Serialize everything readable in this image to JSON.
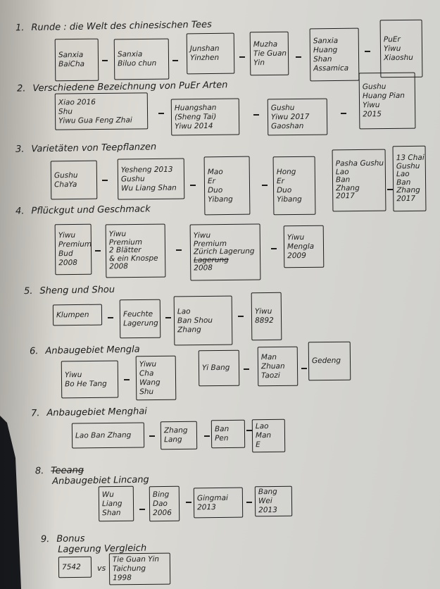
{
  "sections": [
    {
      "number": "1.",
      "title": "Runde : die Welt des chinesischen Tees",
      "boxes": [
        {
          "lines": [
            "Sanxia",
            "BaiCha"
          ]
        },
        {
          "lines": [
            "Sanxia",
            "Biluo chun"
          ]
        },
        {
          "lines": [
            "Junshan",
            "Yinzhen"
          ]
        },
        {
          "lines": [
            "Muzha",
            "Tie Guan",
            "Yin"
          ]
        },
        {
          "lines": [
            "Sanxia",
            "Huang",
            "Shan",
            "Assamica"
          ]
        },
        {
          "lines": [
            "PuEr",
            "Yiwu",
            "Xiaoshu"
          ]
        }
      ]
    },
    {
      "number": "2.",
      "title": "Verschiedene Bezeichnung von PuEr Arten",
      "boxes": [
        {
          "lines": [
            "Xiao        2016",
            "Shu",
            "Yiwu Gua Feng Zhai"
          ]
        },
        {
          "lines": [
            "Huangshan",
            "(Sheng Tai)",
            "Yiwu 2014"
          ]
        },
        {
          "lines": [
            "Gushu",
            "Yiwu 2017",
            "Gaoshan"
          ]
        },
        {
          "lines": [
            "Gushu",
            "Huang Pian",
            "Yiwu",
            "2015"
          ]
        }
      ]
    },
    {
      "number": "3.",
      "title": "Varietäten von Teepflanzen",
      "boxes": [
        {
          "lines": [
            "Gushu",
            "ChaYa"
          ]
        },
        {
          "lines": [
            "Yesheng 2013",
            "Gushu",
            "Wu Liang Shan"
          ]
        },
        {
          "lines": [
            "Mao",
            "Er",
            "Duo",
            "Yibang"
          ]
        },
        {
          "lines": [
            "Hong",
            "Er",
            "Duo",
            "Yibang"
          ]
        },
        {
          "lines": [
            "Pasha Gushu",
            "Lao",
            "Ban",
            "Zhang",
            "2017"
          ]
        },
        {
          "lines": [
            "13 Chai",
            "Gushu",
            "Lao",
            "Ban",
            "Zhang",
            "2017"
          ]
        }
      ]
    },
    {
      "number": "4.",
      "title": "Pflückgut und Geschmack",
      "boxes": [
        {
          "lines": [
            "Yiwu",
            "Premium",
            "Bud",
            "2008"
          ]
        },
        {
          "lines": [
            "Yiwu",
            "Premium",
            "2 Blätter",
            "& ein Knospe",
            "2008"
          ]
        },
        {
          "lines": [
            "Yiwu",
            "Premium",
            "Zürich Lagerung",
            "Lagerung",
            "2008"
          ],
          "struck_line": "Lagerung"
        },
        {
          "lines": [
            "Yiwu",
            "Mengla",
            "2009"
          ]
        }
      ]
    },
    {
      "number": "5.",
      "title": "Sheng und Shou",
      "boxes": [
        {
          "lines": [
            "Klumpen"
          ]
        },
        {
          "lines": [
            "Feuchte",
            "Lagerung"
          ]
        },
        {
          "lines": [
            "Lao",
            "Ban  Shou",
            "Zhang"
          ]
        },
        {
          "lines": [
            "Yiwu",
            "8892"
          ]
        }
      ]
    },
    {
      "number": "6.",
      "title": "Anbaugebiet Mengla",
      "boxes": [
        {
          "lines": [
            "Yiwu",
            "Bo He Tang"
          ]
        },
        {
          "lines": [
            "Yiwu",
            "Cha",
            "Wang",
            "Shu"
          ]
        },
        {
          "lines": [
            "Yi Bang"
          ]
        },
        {
          "lines": [
            "Man",
            "Zhuan",
            "Taozi"
          ]
        },
        {
          "lines": [
            "Gedeng"
          ]
        }
      ]
    },
    {
      "number": "7.",
      "title": "Anbaugebiet Menghai",
      "boxes": [
        {
          "lines": [
            "Lao Ban Zhang"
          ]
        },
        {
          "lines": [
            "Zhang",
            "Lang"
          ]
        },
        {
          "lines": [
            "Ban",
            "Pen"
          ]
        },
        {
          "lines": [
            "Lao",
            "Man",
            "E"
          ]
        }
      ]
    },
    {
      "number": "8.",
      "struck_title": "Teeang",
      "title": "Anbaugebiet Lincang",
      "boxes": [
        {
          "lines": [
            "Wu",
            "Liang",
            "Shan"
          ]
        },
        {
          "lines": [
            "Bing",
            "Dao",
            "2006"
          ]
        },
        {
          "lines": [
            "Gingmai",
            "2013"
          ]
        },
        {
          "lines": [
            "Bang",
            "Wei",
            "2013"
          ]
        }
      ]
    },
    {
      "number": "9.",
      "title": "Bonus",
      "subtitle": "Lagerung Vergleich",
      "vs_label": "vs",
      "boxes": [
        {
          "lines": [
            "7542"
          ]
        },
        {
          "lines": [
            "Tie Guan Yin",
            "Taichung",
            "1998"
          ]
        }
      ]
    }
  ]
}
